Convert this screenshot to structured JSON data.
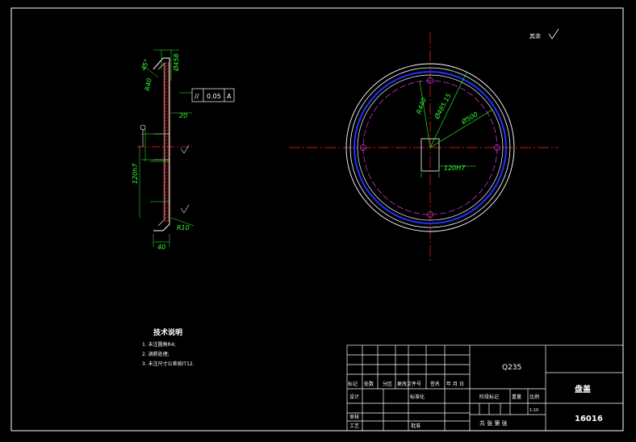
{
  "colors": {
    "background": "#000000",
    "frame": "#ffffff",
    "dimension": "#33ff33",
    "centerline": "#ff2222",
    "outline": "#ffffff",
    "blue_ring": "#2233ff",
    "bolt_circle": "#cc33cc",
    "hatch": "#ff3333"
  },
  "roughness": {
    "label": "其余"
  },
  "side_view": {
    "dims": {
      "d1": "45°",
      "d2": "R40",
      "d3": "Ø458",
      "tolerance_symbol": "//",
      "tolerance_value": "0.05",
      "datum": "A",
      "d4": "20",
      "d5": "120h7",
      "d6": "R10",
      "d7": "40"
    }
  },
  "front_view": {
    "dims": {
      "r1": "R440",
      "r2": "Ø485.15",
      "r3": "Ø500",
      "hole": "120H7"
    }
  },
  "notes": {
    "title": "技术说明",
    "items": [
      "1. 未注圆角R4;",
      "2. 调质处理;",
      "3. 未注尺寸公差按IT12."
    ]
  },
  "title_block": {
    "material": "Q235",
    "part_name": "盘盖",
    "drawing_no": "16016",
    "scale_value": "1:10",
    "headers": [
      "标记",
      "处数",
      "分区",
      "更改文件号",
      "签名",
      "年 月 日"
    ],
    "design": "设计",
    "standardize": "标准化",
    "stage_mark": "阶段标记",
    "weight": "重量",
    "scale": "比例",
    "review": "审核",
    "process": "工艺",
    "approve": "批准",
    "sheets": "共 张  第 张"
  }
}
